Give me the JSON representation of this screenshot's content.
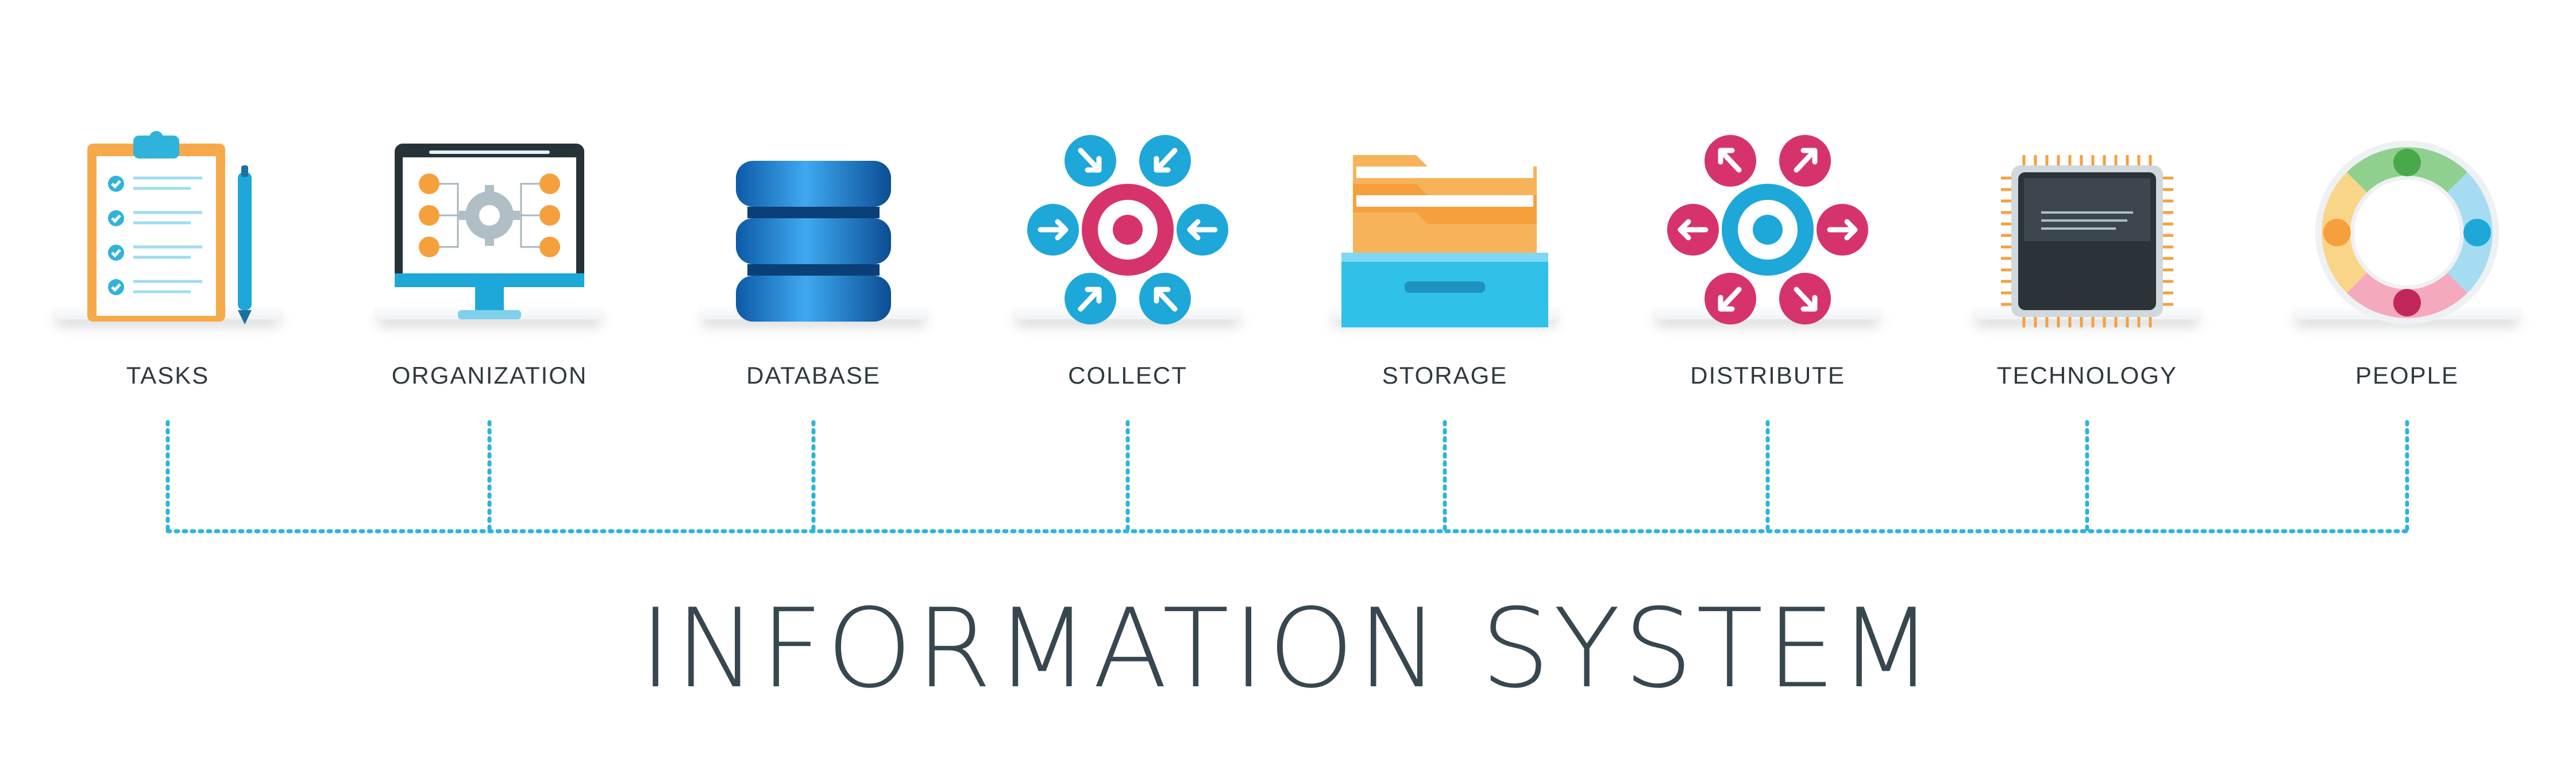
{
  "items": [
    {
      "label": "TASKS",
      "icon": "clipboard-checklist-icon"
    },
    {
      "label": "ORGANIZATION",
      "icon": "monitor-gear-flowchart-icon"
    },
    {
      "label": "DATABASE",
      "icon": "database-stack-icon"
    },
    {
      "label": "COLLECT",
      "icon": "collect-arrows-inward-icon"
    },
    {
      "label": "STORAGE",
      "icon": "file-drawer-icon"
    },
    {
      "label": "DISTRIBUTE",
      "icon": "distribute-arrows-outward-icon"
    },
    {
      "label": "TECHNOLOGY",
      "icon": "microchip-icon"
    },
    {
      "label": "PEOPLE",
      "icon": "people-circle-icon"
    }
  ],
  "title": "INFORMATION SYSTEM",
  "colors": {
    "connector": "#2fb3dc",
    "blue": "#1ea7d9",
    "pink": "#d6336c",
    "orange": "#f5a03c",
    "dark_text": "#37474f"
  }
}
